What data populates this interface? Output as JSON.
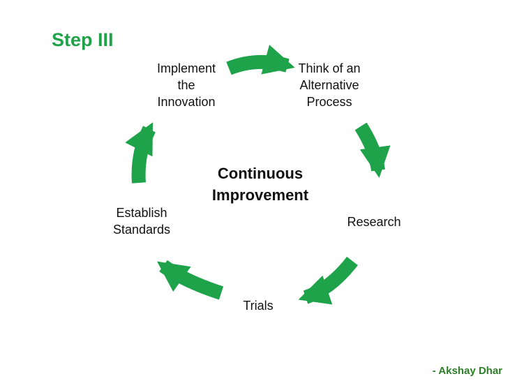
{
  "slide": {
    "step_title": "Step III",
    "center_label": "Continuous\nImprovement",
    "credit": "- Akshay Dhar"
  },
  "cycle": {
    "nodes": [
      {
        "id": "implement",
        "label": "Implement\nthe\nInnovation"
      },
      {
        "id": "think",
        "label": "Think of an\nAlternative\nProcess"
      },
      {
        "id": "research",
        "label": "Research"
      },
      {
        "id": "trials",
        "label": "Trials"
      },
      {
        "id": "establish",
        "label": "Establish\nStandards"
      }
    ],
    "arrow_color": "#1ea24a",
    "title_color": "#1ea24a"
  }
}
